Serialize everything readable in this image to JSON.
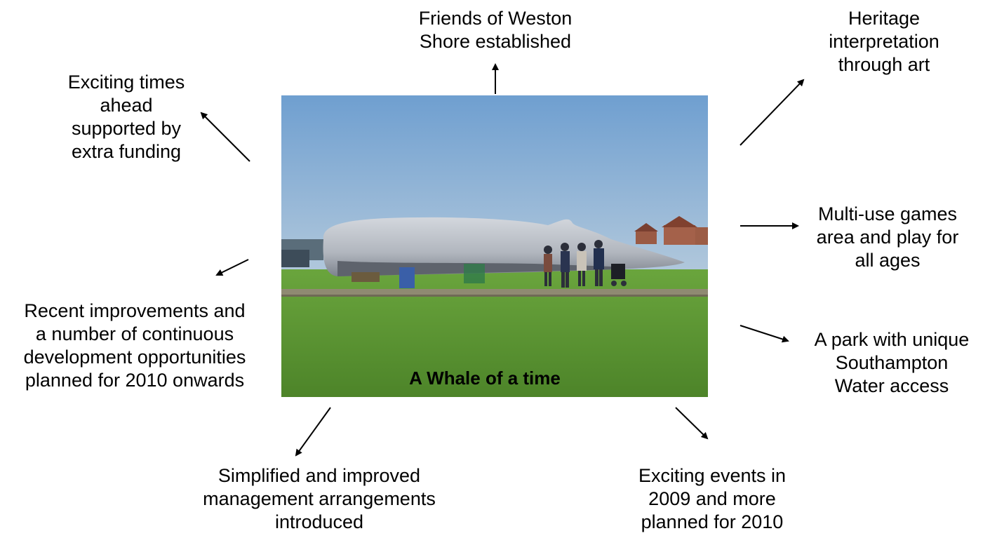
{
  "photo": {
    "caption": "A Whale of a time",
    "colors": {
      "sky_top": "#6f9fd0",
      "sky_bottom": "#b3c9dc",
      "grass": "#5f9a35",
      "grass_dark": "#4d8429",
      "path": "#8f8a72",
      "whale": "#b7bcc4",
      "whale_shadow": "#7d838d"
    }
  },
  "labels": {
    "top": [
      "Friends of Weston",
      "Shore established"
    ],
    "top_left": [
      "Exciting times",
      "ahead",
      "supported by",
      "extra funding"
    ],
    "top_right": [
      "Heritage",
      "interpretation",
      "through art"
    ],
    "right_middle": [
      "Multi-use games",
      "area and play for",
      "all ages"
    ],
    "right_lower": [
      "A park with unique",
      "Southampton",
      "Water access"
    ],
    "left_lower": [
      "Recent improvements and",
      "a number of continuous",
      "development opportunities",
      "planned for 2010 onwards"
    ],
    "bottom_left": [
      "Simplified and improved",
      "management arrangements",
      "introduced"
    ],
    "bottom_right": [
      "Exciting events in",
      "2009 and more",
      "planned for 2010"
    ]
  }
}
